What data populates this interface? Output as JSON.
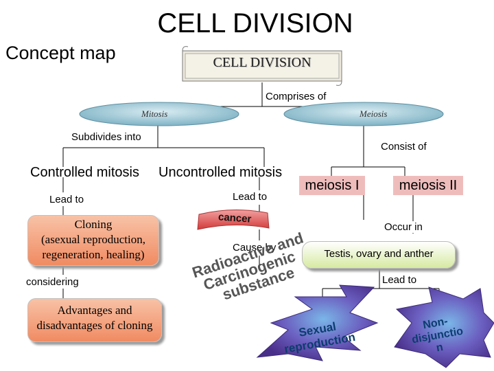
{
  "title": "CELL DIVISION",
  "subtitle": "Concept map",
  "root": "CELL DIVISION",
  "links": {
    "comprises": "Comprises of",
    "subdivides": "Subdivides into",
    "consist": "Consist of",
    "lead_to_left": "Lead to",
    "lead_to_mid": "Lead to",
    "considering": "considering",
    "cause_by": "Cause by",
    "occur_in": "Occur in",
    "lead_to_right": "Lead to"
  },
  "nodes": {
    "mitosis": "Mitosis",
    "meiosis": "Meiosis",
    "controlled": "Controlled mitosis",
    "uncontrolled": "Uncontrolled mitosis",
    "meiosis1": "meiosis I",
    "meiosis2": "meiosis II",
    "cloning_line1": "Cloning",
    "cloning_line2": "(asexual reproduction,",
    "cloning_line3": "regeneration, healing)",
    "advantages_line1": "Advantages and",
    "advantages_line2": "disadvantages of cloning",
    "cancer": "cancer",
    "causes_line1": "Radioactive and",
    "causes_line2": "Carcinogenic",
    "causes_line3": "substance",
    "testis": "Testis, ovary and anther",
    "sexual_line1": "Sexual",
    "sexual_line2": "reproduction",
    "nondisjunction_line1": "Non-",
    "nondisjunction_line2": "disjunctio",
    "nondisjunction_line3": "n"
  },
  "colors": {
    "ellipse": "#7fb3c5",
    "pink_box": "#efbcbc",
    "salmon_box": "#f08b62",
    "green_box": "#d6eaa1",
    "burst": "#6b5fc0"
  }
}
